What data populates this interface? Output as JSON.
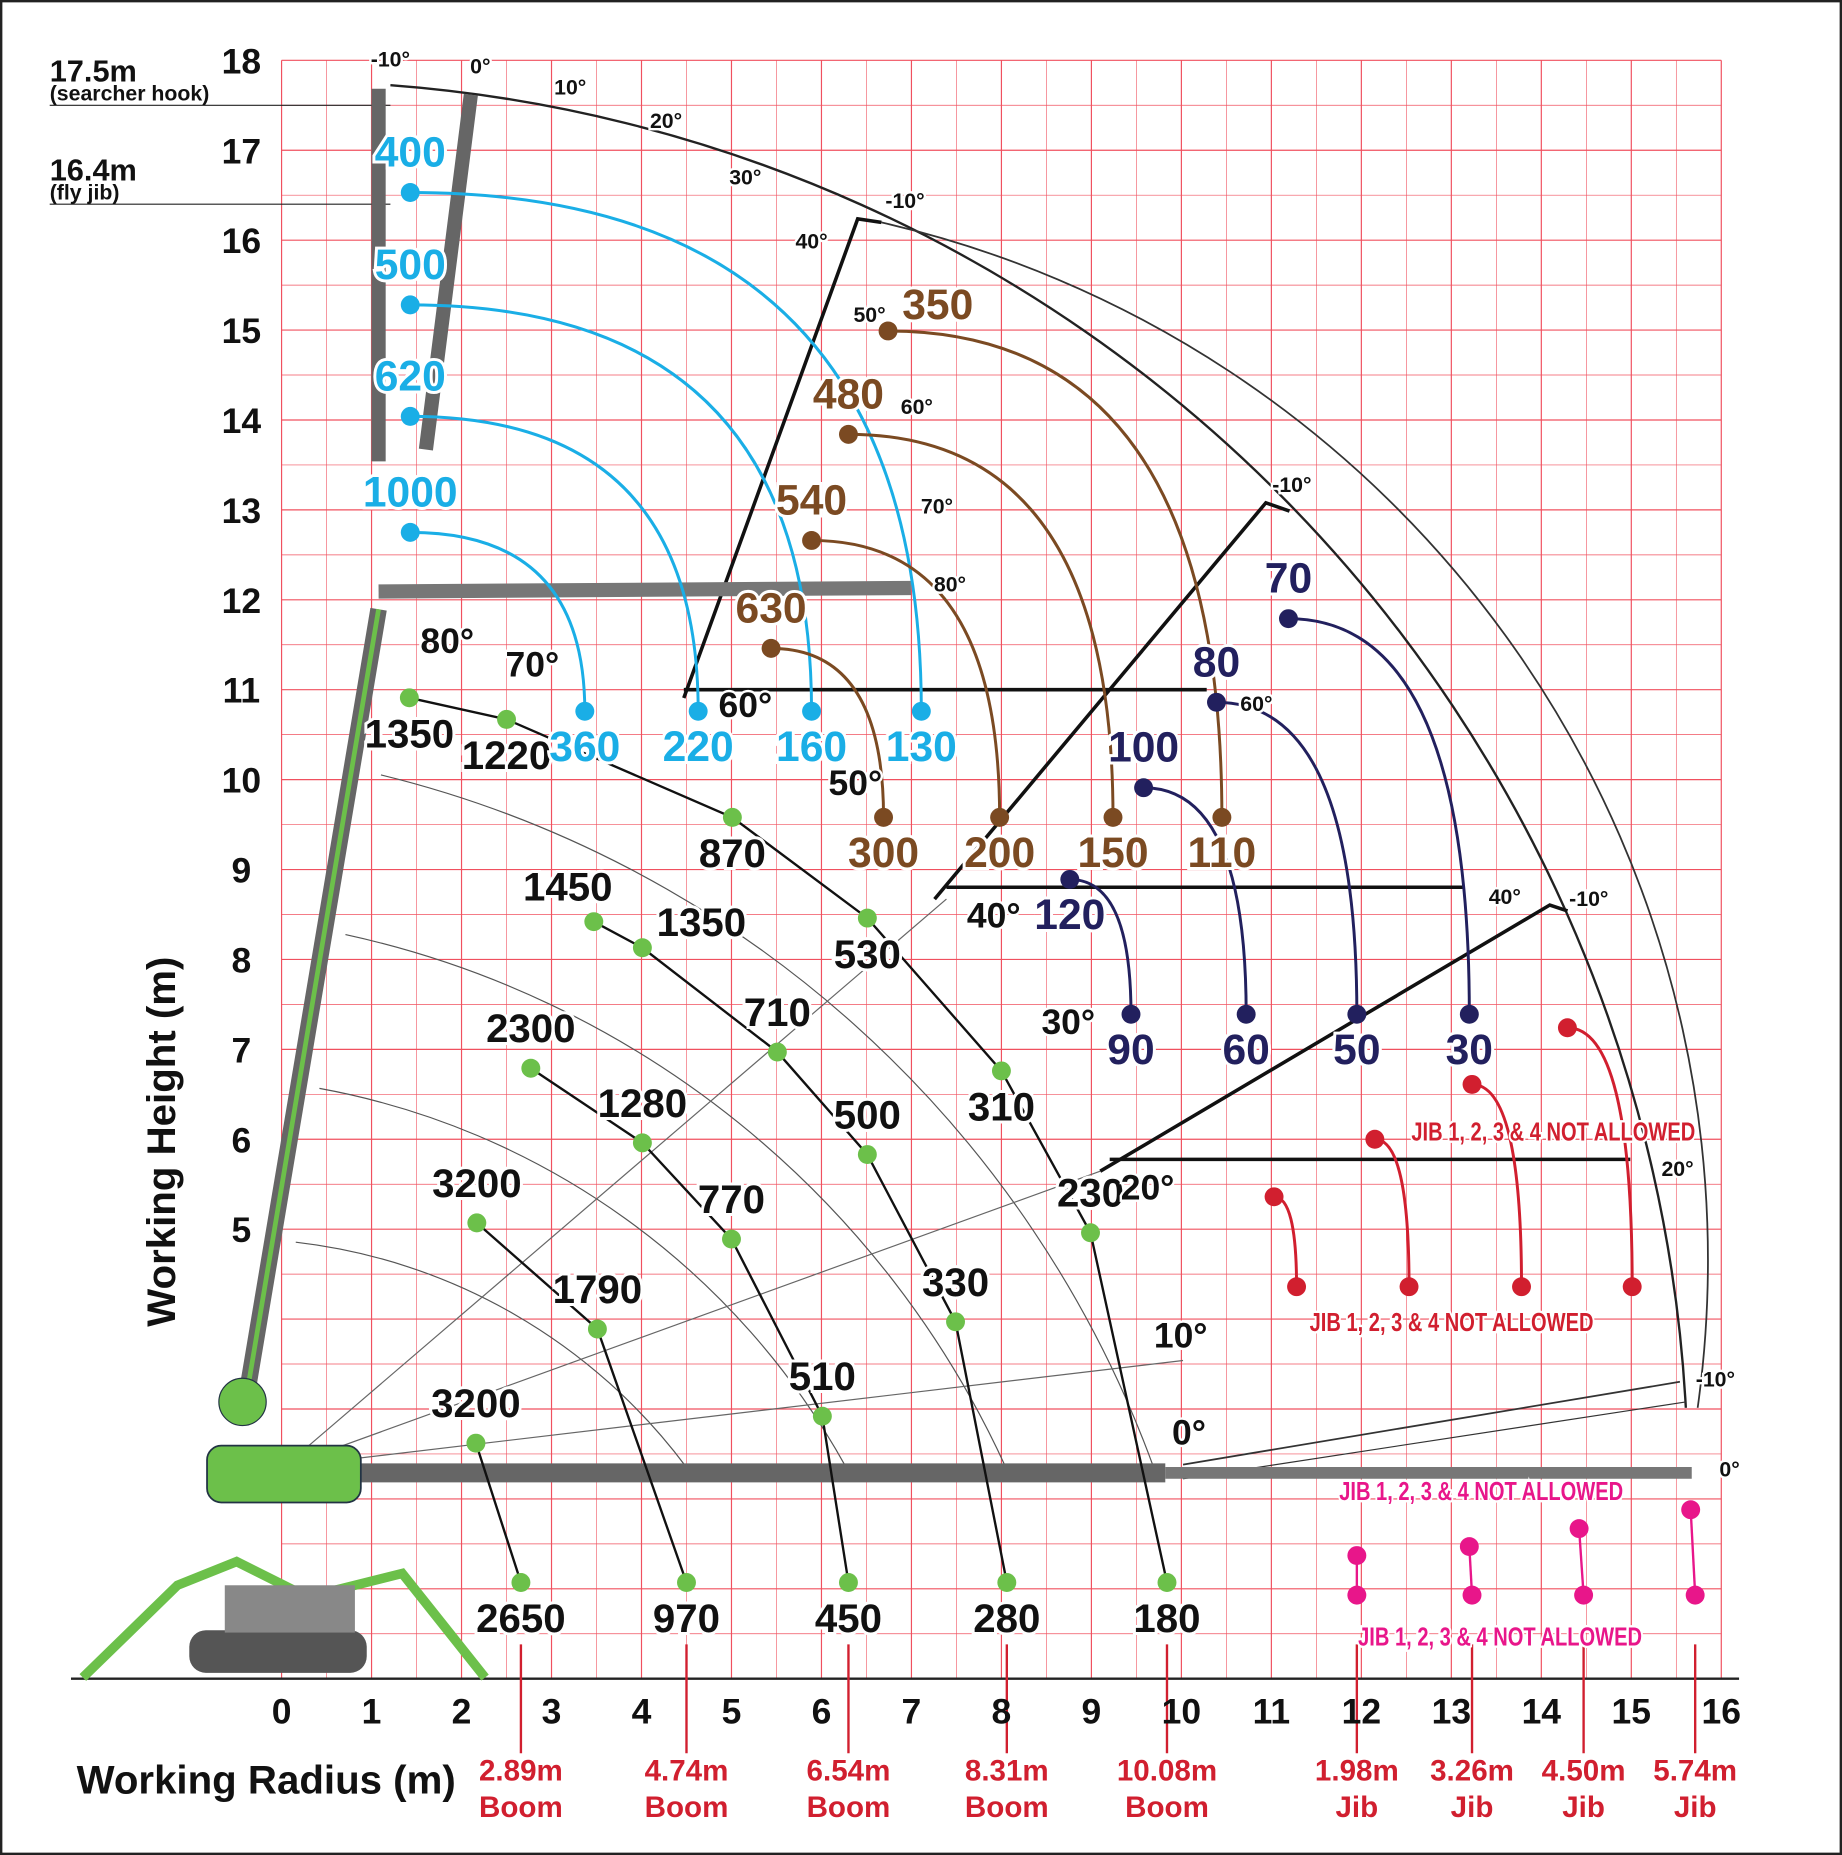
{
  "chart_data": {
    "type": "scatter",
    "title": "Crane load chart",
    "xlabel": "Working Radius (m)",
    "ylabel": "Working Height (m)",
    "xlim": [
      0,
      16
    ],
    "ylim": [
      0,
      18
    ],
    "grid": true,
    "x_ticks": [
      "0",
      "1",
      "2",
      "3",
      "4",
      "5",
      "6",
      "7",
      "8",
      "9",
      "10",
      "11",
      "12",
      "13",
      "14",
      "15",
      "16"
    ],
    "y_ticks": [
      "18",
      "17",
      "16",
      "15",
      "14",
      "13",
      "12",
      "11",
      "10",
      "9",
      "8",
      "7",
      "6",
      "5"
    ],
    "height_markers": [
      {
        "value": "17.5m",
        "note": "(searcher hook)",
        "y": 17.5
      },
      {
        "value": "16.4m",
        "note": "(fly jib)",
        "y": 16.4
      }
    ],
    "colors": {
      "grid": "#f0505f",
      "boom": "#6cc04a",
      "fly_jib": "#1aaee6",
      "searcher": "#7b4a22",
      "jib": "#22205e",
      "not_allowed": "#d11f2f",
      "jib_not_allowed": "#e8168a"
    },
    "boom_curves": [
      {
        "name": "curve-1",
        "points": [
          {
            "x": 1.42,
            "y": 10.91,
            "load": "1350",
            "pos": "below"
          },
          {
            "x": 2.5,
            "y": 10.67,
            "load": "1220",
            "pos": "below"
          },
          {
            "x": 5.01,
            "y": 9.58,
            "load": "870",
            "pos": "below"
          },
          {
            "x": 6.51,
            "y": 8.46,
            "load": "530",
            "pos": "below"
          },
          {
            "x": 8.0,
            "y": 6.76,
            "load": "310",
            "pos": "below"
          },
          {
            "x": 8.99,
            "y": 4.96,
            "load": "230",
            "pos": "above"
          },
          {
            "x": 9.84,
            "y": 1.07,
            "load": "180",
            "pos": "below"
          }
        ]
      },
      {
        "name": "curve-2",
        "points": [
          {
            "x": 3.47,
            "y": 8.42,
            "load": "1450",
            "pos": "upleft"
          },
          {
            "x": 4.01,
            "y": 8.13,
            "load": "1350",
            "pos": "right"
          },
          {
            "x": 5.51,
            "y": 6.97,
            "load": "710",
            "pos": "above"
          },
          {
            "x": 6.51,
            "y": 5.83,
            "load": "500",
            "pos": "above"
          },
          {
            "x": 7.49,
            "y": 3.97,
            "load": "330",
            "pos": "above"
          },
          {
            "x": 8.06,
            "y": 1.07,
            "load": "280",
            "pos": "below"
          }
        ]
      },
      {
        "name": "curve-3",
        "points": [
          {
            "x": 2.77,
            "y": 6.79,
            "load": "2300",
            "pos": "above"
          },
          {
            "x": 4.01,
            "y": 5.96,
            "load": "1280",
            "pos": "above"
          },
          {
            "x": 5.0,
            "y": 4.89,
            "load": "770",
            "pos": "above"
          },
          {
            "x": 6.01,
            "y": 2.92,
            "load": "510",
            "pos": "above"
          },
          {
            "x": 6.3,
            "y": 1.07,
            "load": "450",
            "pos": "below"
          }
        ]
      },
      {
        "name": "curve-4",
        "points": [
          {
            "x": 2.17,
            "y": 5.07,
            "load": "3200",
            "pos": "above"
          },
          {
            "x": 3.51,
            "y": 3.89,
            "load": "1790",
            "pos": "above"
          },
          {
            "x": 4.5,
            "y": 1.07,
            "load": "970",
            "pos": "below"
          }
        ]
      },
      {
        "name": "curve-5",
        "points": [
          {
            "x": 2.16,
            "y": 2.62,
            "load": "3200",
            "pos": "above"
          },
          {
            "x": 2.66,
            "y": 1.07,
            "load": "2650",
            "pos": "below"
          }
        ]
      }
    ],
    "fly_jib_arcs": [
      {
        "start": {
          "x": 1.43,
          "y": 16.53,
          "load": "400",
          "pos": "above"
        },
        "end": {
          "x": 7.11,
          "y": 10.76,
          "load": "130",
          "pos": "below"
        }
      },
      {
        "start": {
          "x": 1.43,
          "y": 15.28,
          "load": "500",
          "pos": "above"
        },
        "end": {
          "x": 5.89,
          "y": 10.76,
          "load": "160",
          "pos": "below"
        }
      },
      {
        "start": {
          "x": 1.43,
          "y": 14.04,
          "load": "620",
          "pos": "above"
        },
        "end": {
          "x": 4.63,
          "y": 10.76,
          "load": "220",
          "pos": "below"
        }
      },
      {
        "start": {
          "x": 1.43,
          "y": 12.75,
          "load": "1000",
          "pos": "above"
        },
        "end": {
          "x": 3.37,
          "y": 10.76,
          "load": "360",
          "pos": "below"
        }
      }
    ],
    "searcher_arcs": [
      {
        "start": {
          "x": 6.74,
          "y": 14.99,
          "load": "350",
          "pos": "right"
        },
        "end": {
          "x": 10.45,
          "y": 9.58,
          "load": "110",
          "pos": "below"
        }
      },
      {
        "start": {
          "x": 6.3,
          "y": 13.84,
          "load": "480",
          "pos": "above"
        },
        "end": {
          "x": 9.24,
          "y": 9.58,
          "load": "150",
          "pos": "below"
        }
      },
      {
        "start": {
          "x": 5.89,
          "y": 12.66,
          "load": "540",
          "pos": "above"
        },
        "end": {
          "x": 7.98,
          "y": 9.58,
          "load": "200",
          "pos": "below"
        }
      },
      {
        "start": {
          "x": 5.44,
          "y": 11.46,
          "load": "630",
          "pos": "above"
        },
        "end": {
          "x": 6.69,
          "y": 9.58,
          "load": "300",
          "pos": "below"
        }
      }
    ],
    "jib_arcs": [
      {
        "start": {
          "x": 11.19,
          "y": 11.79,
          "load": "70",
          "pos": "above"
        },
        "end": {
          "x": 13.2,
          "y": 7.39,
          "load": "30",
          "pos": "below"
        }
      },
      {
        "start": {
          "x": 10.39,
          "y": 10.86,
          "load": "80",
          "pos": "above"
        },
        "end": {
          "x": 11.95,
          "y": 7.39,
          "load": "50",
          "pos": "below"
        }
      },
      {
        "start": {
          "x": 9.58,
          "y": 9.91,
          "load": "100",
          "pos": "above"
        },
        "end": {
          "x": 10.72,
          "y": 7.39,
          "load": "60",
          "pos": "below"
        }
      },
      {
        "start": {
          "x": 8.76,
          "y": 8.89,
          "load": "120",
          "pos": "below"
        },
        "end": {
          "x": 9.44,
          "y": 7.39,
          "load": "90",
          "pos": "below"
        }
      }
    ],
    "not_allowed_arcs": [
      {
        "start": {
          "x": 14.29,
          "y": 7.24
        },
        "end": {
          "x": 15.01,
          "y": 4.36
        }
      },
      {
        "start": {
          "x": 13.23,
          "y": 6.61
        },
        "end": {
          "x": 13.78,
          "y": 4.36
        }
      },
      {
        "start": {
          "x": 12.15,
          "y": 6.0
        },
        "end": {
          "x": 12.53,
          "y": 4.36
        }
      },
      {
        "start": {
          "x": 11.03,
          "y": 5.36
        },
        "end": {
          "x": 11.28,
          "y": 4.36
        }
      }
    ],
    "jib_ground_pairs": [
      {
        "top": {
          "x": 11.95,
          "y": 1.37
        },
        "bottom": {
          "x": 11.95,
          "y": 0.93
        }
      },
      {
        "top": {
          "x": 13.2,
          "y": 1.47
        },
        "bottom": {
          "x": 13.23,
          "y": 0.93
        }
      },
      {
        "top": {
          "x": 14.42,
          "y": 1.67
        },
        "bottom": {
          "x": 14.47,
          "y": 0.93
        }
      },
      {
        "top": {
          "x": 15.66,
          "y": 1.88
        },
        "bottom": {
          "x": 15.71,
          "y": 0.93
        }
      }
    ],
    "not_allowed_text": [
      "JIB 1, 2, 3 & 4 NOT ALLOWED",
      "JIB 1, 2, 3 & 4 NOT ALLOWED",
      "JIB 1, 2, 3 & 4 NOT ALLOWED",
      "JIB 1, 2, 3 & 4 NOT ALLOWED"
    ],
    "angle_labels": [
      "-10°",
      "0°",
      "10°",
      "20°",
      "30°",
      "40°",
      "-10°",
      "50°",
      "60°",
      "70°",
      "80°",
      "80°",
      "70°",
      "60°",
      "50°",
      "40°",
      "30°",
      "20°",
      "10°",
      "0°",
      "-10°",
      "60°",
      "40°",
      "-10°",
      "20°",
      "-10°",
      "0°"
    ],
    "configurations": [
      {
        "length": "2.89m",
        "type": "Boom",
        "x": 2.66
      },
      {
        "length": "4.74m",
        "type": "Boom",
        "x": 4.5
      },
      {
        "length": "6.54m",
        "type": "Boom",
        "x": 6.3
      },
      {
        "length": "8.31m",
        "type": "Boom",
        "x": 8.06
      },
      {
        "length": "10.08m",
        "type": "Boom",
        "x": 9.84
      },
      {
        "length": "1.98m",
        "type": "Jib",
        "x": 11.95
      },
      {
        "length": "3.26m",
        "type": "Jib",
        "x": 13.23
      },
      {
        "length": "4.50m",
        "type": "Jib",
        "x": 14.47
      },
      {
        "length": "5.74m",
        "type": "Jib",
        "x": 15.71
      }
    ]
  }
}
